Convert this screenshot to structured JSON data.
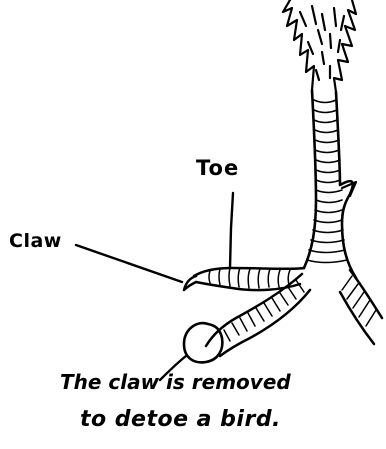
{
  "labels": {
    "toe": "Toe",
    "claw": "Claw"
  },
  "caption": {
    "line1": "The claw is removed",
    "line2": "to detoe a bird."
  },
  "colors": {
    "ink": "#000000",
    "paper": "#ffffff"
  }
}
